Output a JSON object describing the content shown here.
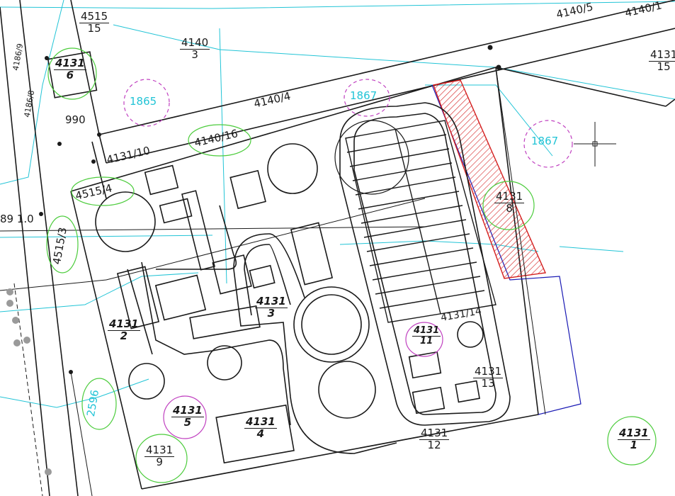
{
  "parcels": [
    {
      "id": "p-4515-15",
      "num": "4515",
      "den": "15"
    },
    {
      "id": "p-4140-3",
      "num": "4140",
      "den": "3"
    },
    {
      "id": "p-4131-6",
      "num": "4131",
      "den": "6"
    },
    {
      "id": "p-4131-15",
      "num": "4131",
      "den": "15"
    },
    {
      "id": "p-4131-8",
      "num": "4131",
      "den": "8"
    },
    {
      "id": "p-4131-3",
      "num": "4131",
      "den": "3"
    },
    {
      "id": "p-4131-2",
      "num": "4131",
      "den": "2"
    },
    {
      "id": "p-4131-11",
      "num": "4131",
      "den": "11"
    },
    {
      "id": "p-4131-13",
      "num": "4131",
      "den": "13"
    },
    {
      "id": "p-4131-12",
      "num": "4131",
      "den": "12"
    },
    {
      "id": "p-4131-5",
      "num": "4131",
      "den": "5"
    },
    {
      "id": "p-4131-4",
      "num": "4131",
      "den": "4"
    },
    {
      "id": "p-4131-9",
      "num": "4131",
      "den": "9"
    },
    {
      "id": "p-4131-1",
      "num": "4131",
      "den": "1"
    }
  ],
  "inline_labels": {
    "l_4140_5": "4140/5",
    "l_4140_1": "4140/1",
    "l_4140_4": "4140/4",
    "l_4140_16": "4140/16",
    "l_4131_10": "4131/10",
    "l_4515_4": "4515/4",
    "l_4515_3": "4515/3",
    "l_4131_14": "4131/14",
    "l_990": "990",
    "l_89": "89 1.0",
    "l_4186_9": "4186/9",
    "l_4186_8": "4186/8"
  },
  "cyan_labels": {
    "c1865": "1865",
    "c1867a": "1867",
    "c1867b": "1867",
    "c2596": "2596"
  },
  "colors": {
    "line": "#1a1a1a",
    "cyan": "#22c4d6",
    "green_circle": "#4ccc3c",
    "magenta_circle": "#c040c0",
    "red_hatch": "#d42020",
    "blue_line": "#1a1ab4",
    "grey_dots": "#9a9a9a"
  }
}
